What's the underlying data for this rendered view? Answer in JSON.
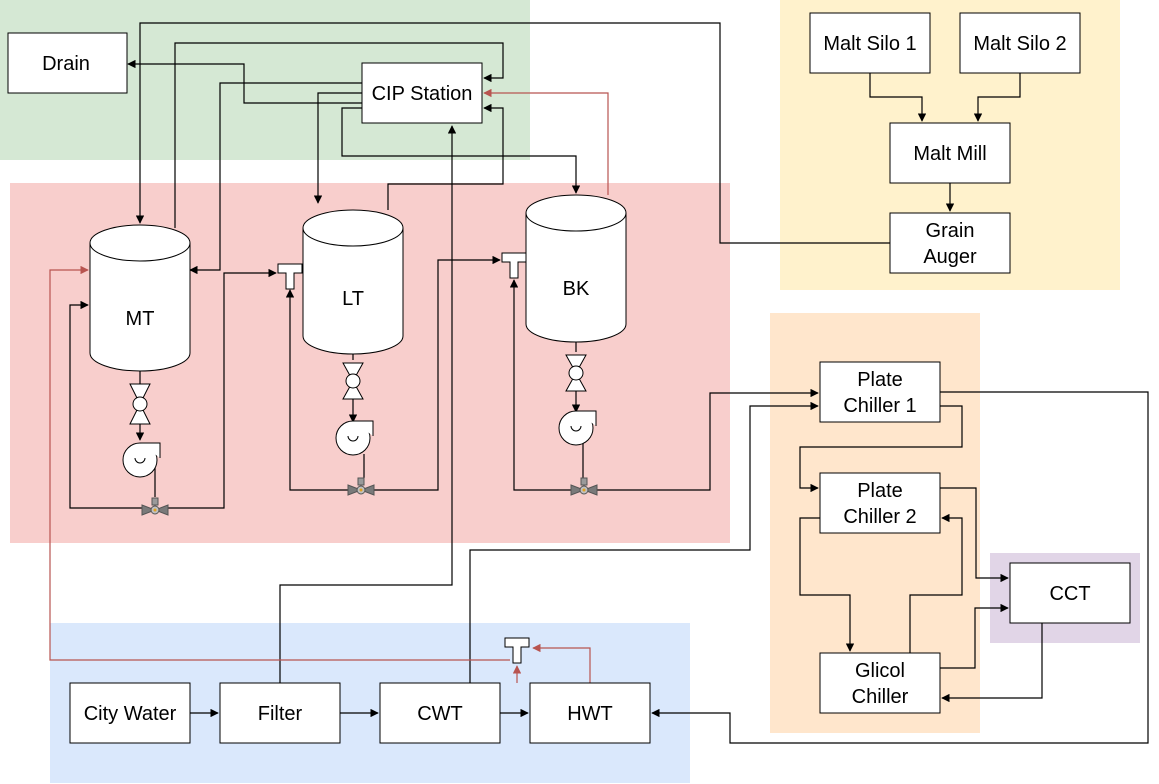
{
  "zones": {
    "cleaning": {
      "color": "#d5e8d4"
    },
    "brewhouse": {
      "color": "#f8cecc"
    },
    "malt_handling": {
      "color": "#fff2cc"
    },
    "cooling": {
      "color": "#ffe6cc"
    },
    "fermentation": {
      "color": "#e1d5e7"
    },
    "water": {
      "color": "#dae8fc"
    }
  },
  "colors": {
    "line": "#000000",
    "hot_line": "#b85450"
  },
  "nodes": {
    "drain": {
      "lines": [
        "Drain"
      ]
    },
    "cip": {
      "lines": [
        "CIP Station"
      ]
    },
    "silo1": {
      "lines": [
        "Malt Silo 1"
      ]
    },
    "silo2": {
      "lines": [
        "Malt Silo 2"
      ]
    },
    "mill": {
      "lines": [
        "Malt Mill"
      ]
    },
    "auger": {
      "lines": [
        "Grain",
        "Auger"
      ]
    },
    "mt": {
      "lines": [
        "MT"
      ]
    },
    "lt": {
      "lines": [
        "LT"
      ]
    },
    "bk": {
      "lines": [
        "BK"
      ]
    },
    "pc1": {
      "lines": [
        "Plate",
        "Chiller 1"
      ]
    },
    "pc2": {
      "lines": [
        "Plate",
        "Chiller 2"
      ]
    },
    "cct": {
      "lines": [
        "CCT"
      ]
    },
    "glycol": {
      "lines": [
        "Glicol",
        "Chiller"
      ]
    },
    "city": {
      "lines": [
        "City Water"
      ]
    },
    "filter": {
      "lines": [
        "Filter"
      ]
    },
    "cwt": {
      "lines": [
        "CWT"
      ]
    },
    "hwt": {
      "lines": [
        "HWT"
      ]
    }
  },
  "icons": [
    "valve-icon",
    "pump-icon",
    "tee-icon",
    "three-way-valve-icon",
    "arrow-icon"
  ]
}
